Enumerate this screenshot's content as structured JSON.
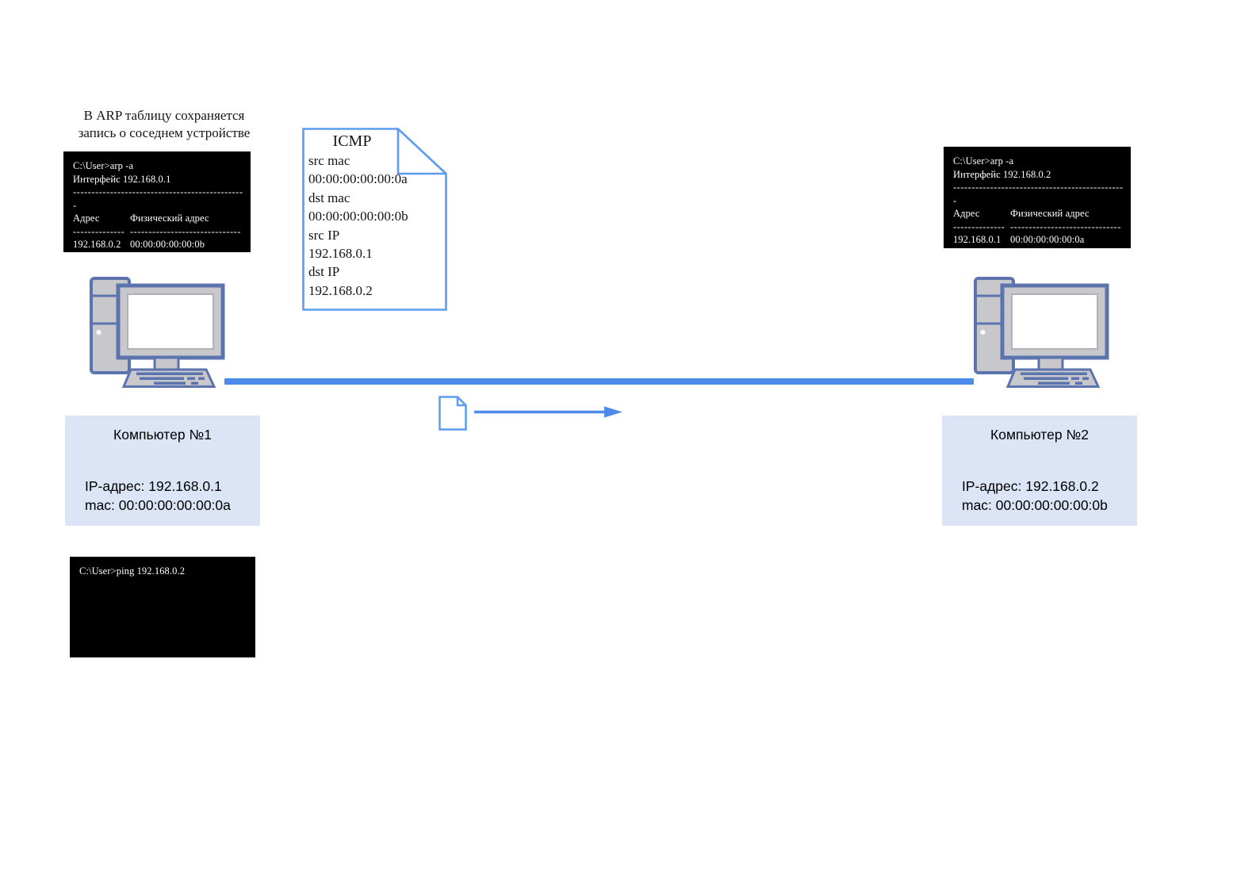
{
  "note": {
    "line1": "В ARP таблицу сохраняется",
    "line2": "запись о соседнем устройстве"
  },
  "arp_terminal_1": {
    "prompt": "C:\\User>arp -a",
    "interface": "Интерфейс 192.168.0.1",
    "separator": "-----------------------------------------------",
    "address_header": "Адрес",
    "physical_header": "Физический адрес",
    "address_underline": "--------------",
    "physical_underline": "------------------------------",
    "address_value": "192.168.0.2",
    "physical_value": "00:00:00:00:00:0b"
  },
  "arp_terminal_2": {
    "prompt": "C:\\User>arp -a",
    "interface": "Интерфейс 192.168.0.2",
    "separator": "-----------------------------------------------",
    "address_header": "Адрес",
    "physical_header": "Физический адрес",
    "address_underline": "--------------",
    "physical_underline": "------------------------------",
    "address_value": "192.168.0.1",
    "physical_value": "00:00:00:00:00:0a"
  },
  "icmp_packet": {
    "title": "ICMP",
    "lines": [
      "src mac",
      "00:00:00:00:00:0a",
      "dst mac",
      "00:00:00:00:00:0b",
      "src IP",
      "192.168.0.1",
      "dst IP",
      "192.168.0.2"
    ]
  },
  "computer1": {
    "title": "Компьютер №1",
    "ip": "IP-адрес: 192.168.0.1",
    "mac": "mac: 00:00:00:00:00:0a"
  },
  "computer2": {
    "title": "Компьютер №2",
    "ip": "IP-адрес: 192.168.0.2",
    "mac": "mac: 00:00:00:00:00:0b"
  },
  "ping_terminal": {
    "prompt": "C:\\User>ping 192.168.0.2"
  },
  "colors": {
    "accent_blue": "#4e8ae9",
    "doc_border_blue": "#5b9bf0",
    "label_background": "#dbe5f6",
    "icon_outline": "#5b74ae",
    "icon_fill": "#c8c8cc",
    "terminal_background": "#000000",
    "terminal_text": "#ffffff"
  }
}
